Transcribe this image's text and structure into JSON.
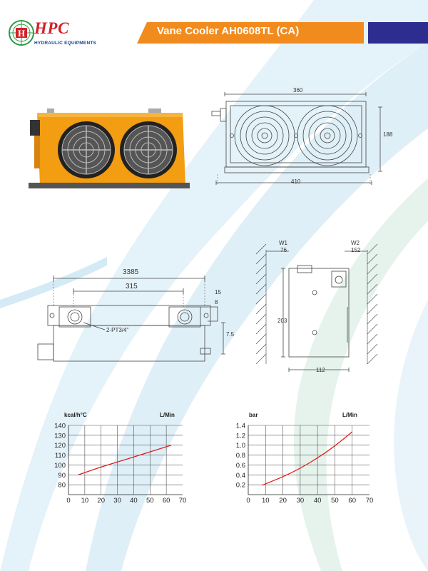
{
  "brand": {
    "logo_mark": "H",
    "name": "HPC",
    "tagline": "HYDRAULIC EQUIPMENTS"
  },
  "header": {
    "title": "Vane Cooler AH0608TL (CA)"
  },
  "front_view": {
    "width_label": "360",
    "height_label": "188",
    "base_width_label": "410"
  },
  "top_view": {
    "overall_label": "3385",
    "inner_label": "315",
    "offset_label_1": "15",
    "offset_label_2": "8",
    "slot_label": "7.5",
    "port_label": "2-PT3/4\""
  },
  "side_view": {
    "w1_label": "W1",
    "w1_value": "76",
    "w2_label": "W2",
    "w2_value": "152",
    "height_label": "203",
    "depth_label": "112"
  },
  "chart_data": [
    {
      "type": "line",
      "ylabel": "kcal/h°C",
      "xlabel": "L/Min",
      "xlim": [
        0,
        70
      ],
      "ylim": [
        70,
        140
      ],
      "x_ticks": [
        "0",
        "10",
        "20",
        "30",
        "40",
        "50",
        "60",
        "70"
      ],
      "y_ticks": [
        "140",
        "130",
        "120",
        "110",
        "100",
        "90",
        "80"
      ],
      "grid": true,
      "series": [
        {
          "color": "#e0201e",
          "x": [
            6,
            20,
            40,
            63
          ],
          "y": [
            90,
            98,
            108,
            120
          ]
        }
      ]
    },
    {
      "type": "line",
      "ylabel": "bar",
      "xlabel": "L/Min",
      "xlim": [
        0,
        70
      ],
      "ylim": [
        0,
        1.4
      ],
      "x_ticks": [
        "0",
        "10",
        "20",
        "30",
        "40",
        "50",
        "60",
        "70"
      ],
      "y_ticks": [
        "1.4",
        "1.2",
        "1.0",
        "0.8",
        "0.6",
        "0.4",
        "0.2"
      ],
      "grid": true,
      "series": [
        {
          "color": "#e0201e",
          "x": [
            8,
            20,
            30,
            40,
            50,
            60
          ],
          "y": [
            0.19,
            0.36,
            0.53,
            0.74,
            0.98,
            1.27
          ]
        }
      ]
    }
  ]
}
